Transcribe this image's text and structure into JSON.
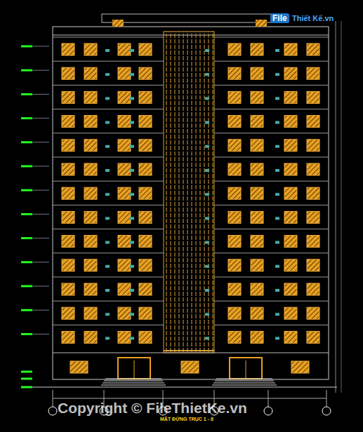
{
  "diagram": {
    "title": "MẶT ĐỨNG TRỤC 1 - 8",
    "labels": [
      "File",
      "Thiết Kế.vn",
      "Copyright © FileThietKe.vn"
    ]
  }
}
